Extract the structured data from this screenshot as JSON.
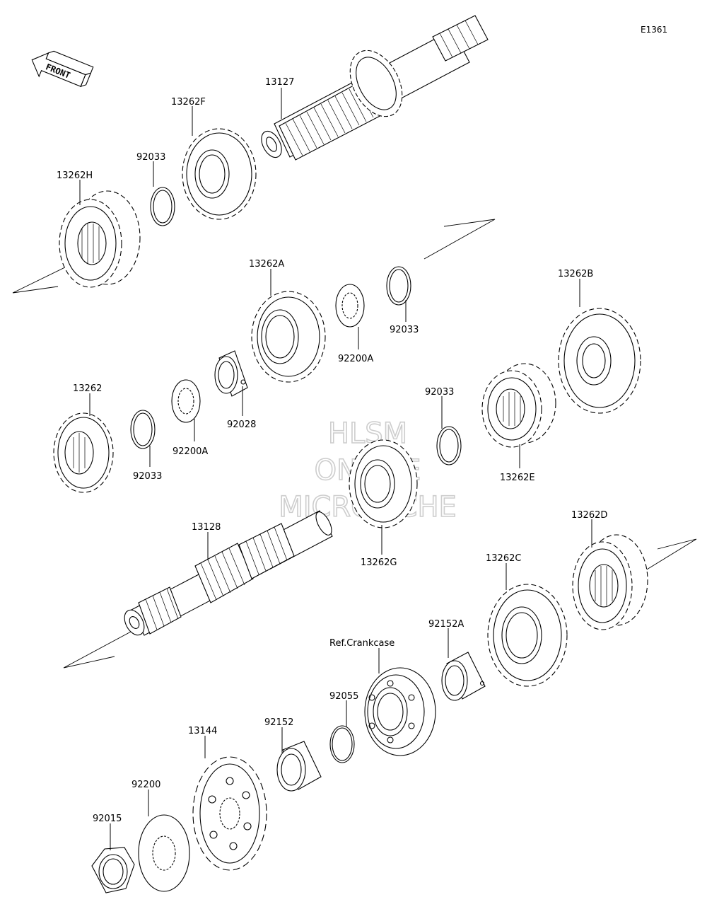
{
  "diagram_id": "E1361",
  "front_label": "FRONT",
  "watermark": [
    "HLSM",
    "ONLINE",
    "MICROFICHE"
  ],
  "callouts": {
    "c13127": "13127",
    "c13262F": "13262F",
    "c92033_a": "92033",
    "c13262H": "13262H",
    "c13262A": "13262A",
    "c92200A_a": "92200A",
    "c92033_b": "92033",
    "c13262B": "13262B",
    "c13262": "13262",
    "c92033_c": "92033",
    "c92200A_b": "92200A",
    "c92028": "92028",
    "c92033_d": "92033",
    "c13262E": "13262E",
    "c13128": "13128",
    "c13262G": "13262G",
    "c13262D": "13262D",
    "c13262C": "13262C",
    "c92152A": "92152A",
    "cRefCrankcase": "Ref.Crankcase",
    "c92055": "92055",
    "c92152": "92152",
    "c13144": "13144",
    "c92200": "92200",
    "c92015": "92015"
  }
}
